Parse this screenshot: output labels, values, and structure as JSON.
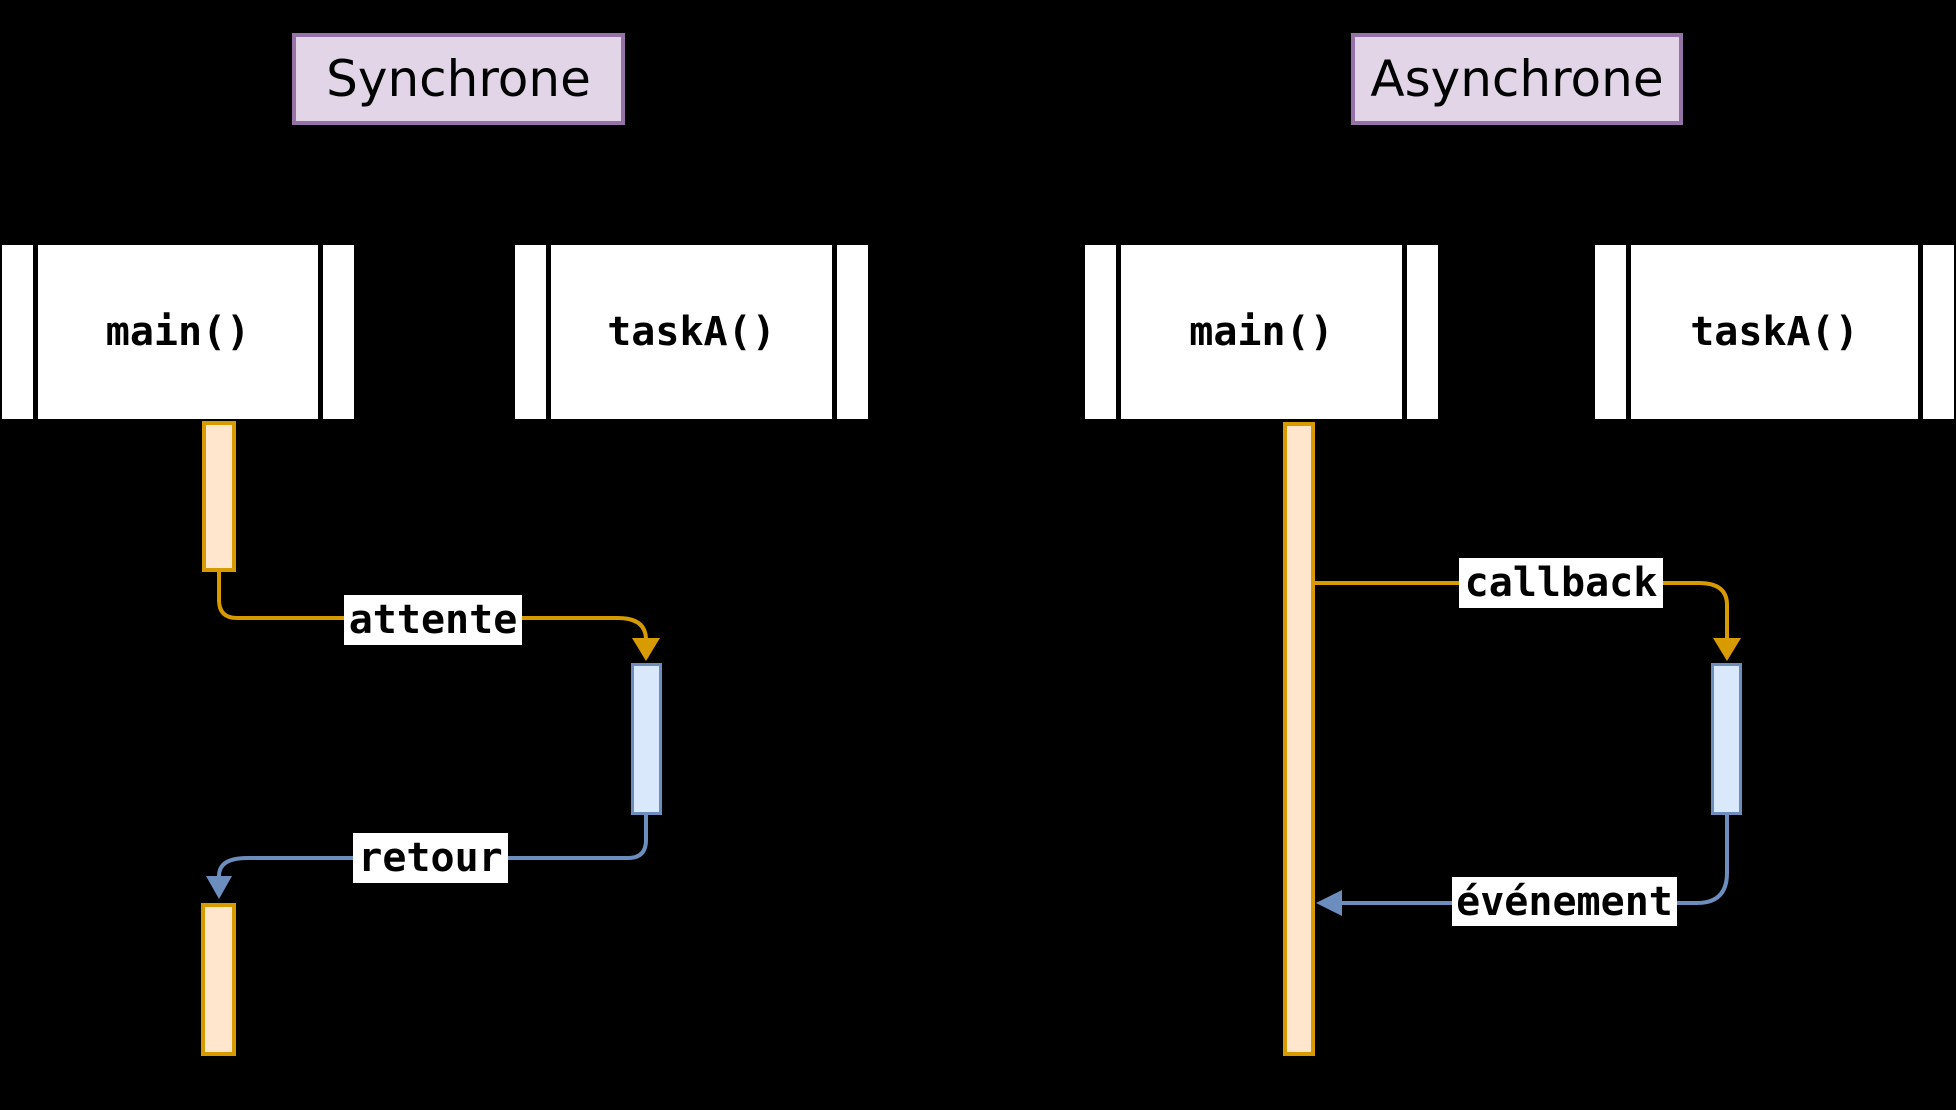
{
  "titles": {
    "sync": "Synchrone",
    "async": "Asynchrone"
  },
  "participants": {
    "sync_main": "main()",
    "sync_task": "taskA()",
    "async_main": "main()",
    "async_task": "taskA()"
  },
  "messages": {
    "attente": "attente",
    "retour": "retour",
    "callback": "callback",
    "evenement": "événement"
  },
  "colors": {
    "background": "#000000",
    "activation_orange_fill": "#FFE6CC",
    "activation_orange_stroke": "#D79B00",
    "activation_blue_fill": "#DAE8FC",
    "activation_blue_stroke": "#6C8EBF",
    "title_fill": "#E1D5E7",
    "title_stroke": "#9673A6",
    "participant_fill": "#FFFFFF",
    "participant_stroke": "#000000",
    "label_background": "#FFFFFF",
    "text": "#000000"
  }
}
